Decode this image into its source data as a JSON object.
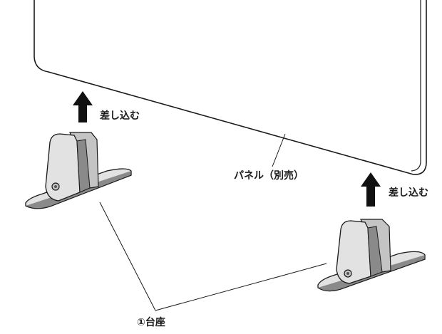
{
  "labels": {
    "insert_left": "差し込む",
    "insert_right": "差し込む",
    "panel": "パネル（別売）",
    "base": "①台座"
  },
  "colors": {
    "line": "#1a1a1a",
    "stand_light": "#e2e2e2",
    "stand_mid": "#c4c4c4",
    "stand_dark": "#8a8a8a",
    "stand_shadow": "#555555",
    "arrow": "#111111"
  },
  "icons": {
    "arrow": "up-arrow-icon"
  }
}
